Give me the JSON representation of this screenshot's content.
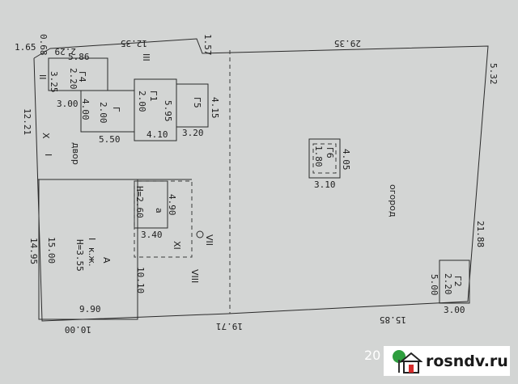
{
  "plan": {
    "boundary": {
      "top_left_short": "1.65",
      "top_small": "0.68",
      "top_a": "2.29",
      "top_b": "12.35",
      "top_c": "1.57",
      "top_d": "29.35",
      "right_top": "5.32",
      "right": "21.88",
      "bottom_right": "15.85",
      "bottom_mid": "19.71",
      "bottom_left": "10.00",
      "left_top": "12.21",
      "left_bottom": "14.95"
    },
    "zones": {
      "zone_iii": "III",
      "zone_ii": "II",
      "zone_x": "X",
      "zone_i": "I",
      "yard": "двор",
      "garden": "огород",
      "zone_vii": "VII",
      "zone_viii": "VIII",
      "zone_xi": "XI"
    },
    "buildings": {
      "g4": {
        "name": "Г4",
        "w": "5.86",
        "h": "3.25",
        "d": "2.20",
        "b": "3.00"
      },
      "g": {
        "name": "Г",
        "w": "4.00",
        "d": "2.00",
        "b": "5.50"
      },
      "g1": {
        "name": "Г1",
        "d": "2.00",
        "w": "5.95",
        "b": "4.10"
      },
      "g5": {
        "name": "Г5",
        "w": "4.15",
        "b": "3.20"
      },
      "a": {
        "name": "А",
        "floors": "I",
        "type": "к.ж.",
        "height": "H=3.55",
        "w": "15.00",
        "b": "9.90",
        "side": "10.10"
      },
      "a_ext": {
        "name": "а",
        "height": "H=2.60",
        "w": "4.90",
        "b": "3.40"
      },
      "g6": {
        "name": "Г6",
        "d": "1.80",
        "w": "4.05",
        "b": "3.10"
      },
      "g2": {
        "name": "Г2",
        "d": "2.20",
        "w": "5.00",
        "b": "3.00"
      }
    }
  },
  "watermark": {
    "site": "rosndv.ru",
    "year_partial": "20"
  }
}
